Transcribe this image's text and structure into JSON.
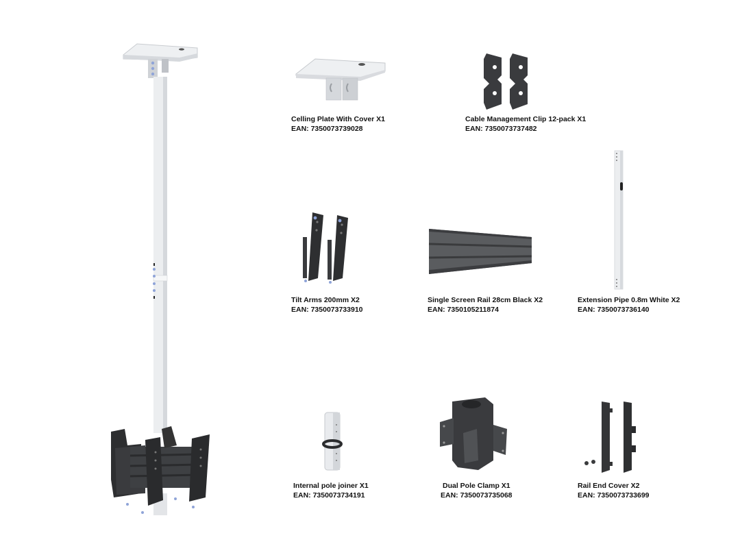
{
  "main_product": {
    "name": "ceiling-mounted-dual-screen-pole-assembly"
  },
  "components": [
    {
      "title": "Celling Plate With Cover X1",
      "ean": "EAN: 7350073739028"
    },
    {
      "title": "Cable Management Clip 12-pack X1",
      "ean": "EAN: 7350073737482"
    },
    {
      "title": "Tilt Arms 200mm X2",
      "ean": "EAN: 7350073733910"
    },
    {
      "title": "Single Screen Rail 28cm Black X2",
      "ean": "EAN: 7350105211874"
    },
    {
      "title": "Extension Pipe 0.8m White X2",
      "ean": "EAN: 7350073736140"
    },
    {
      "title": "Internal pole joiner X1",
      "ean": "EAN: 7350073734191"
    },
    {
      "title": "Dual Pole Clamp X1",
      "ean": "EAN: 7350073735068"
    },
    {
      "title": "Rail End Cover X2",
      "ean": "EAN: 7350073733699"
    }
  ],
  "colors": {
    "white_part": "#e9ebee",
    "white_shade": "#cfd2d6",
    "black_part": "#2e2f31",
    "black_shade": "#4a4b4e",
    "rail": "#55575a",
    "text": "#111111"
  }
}
